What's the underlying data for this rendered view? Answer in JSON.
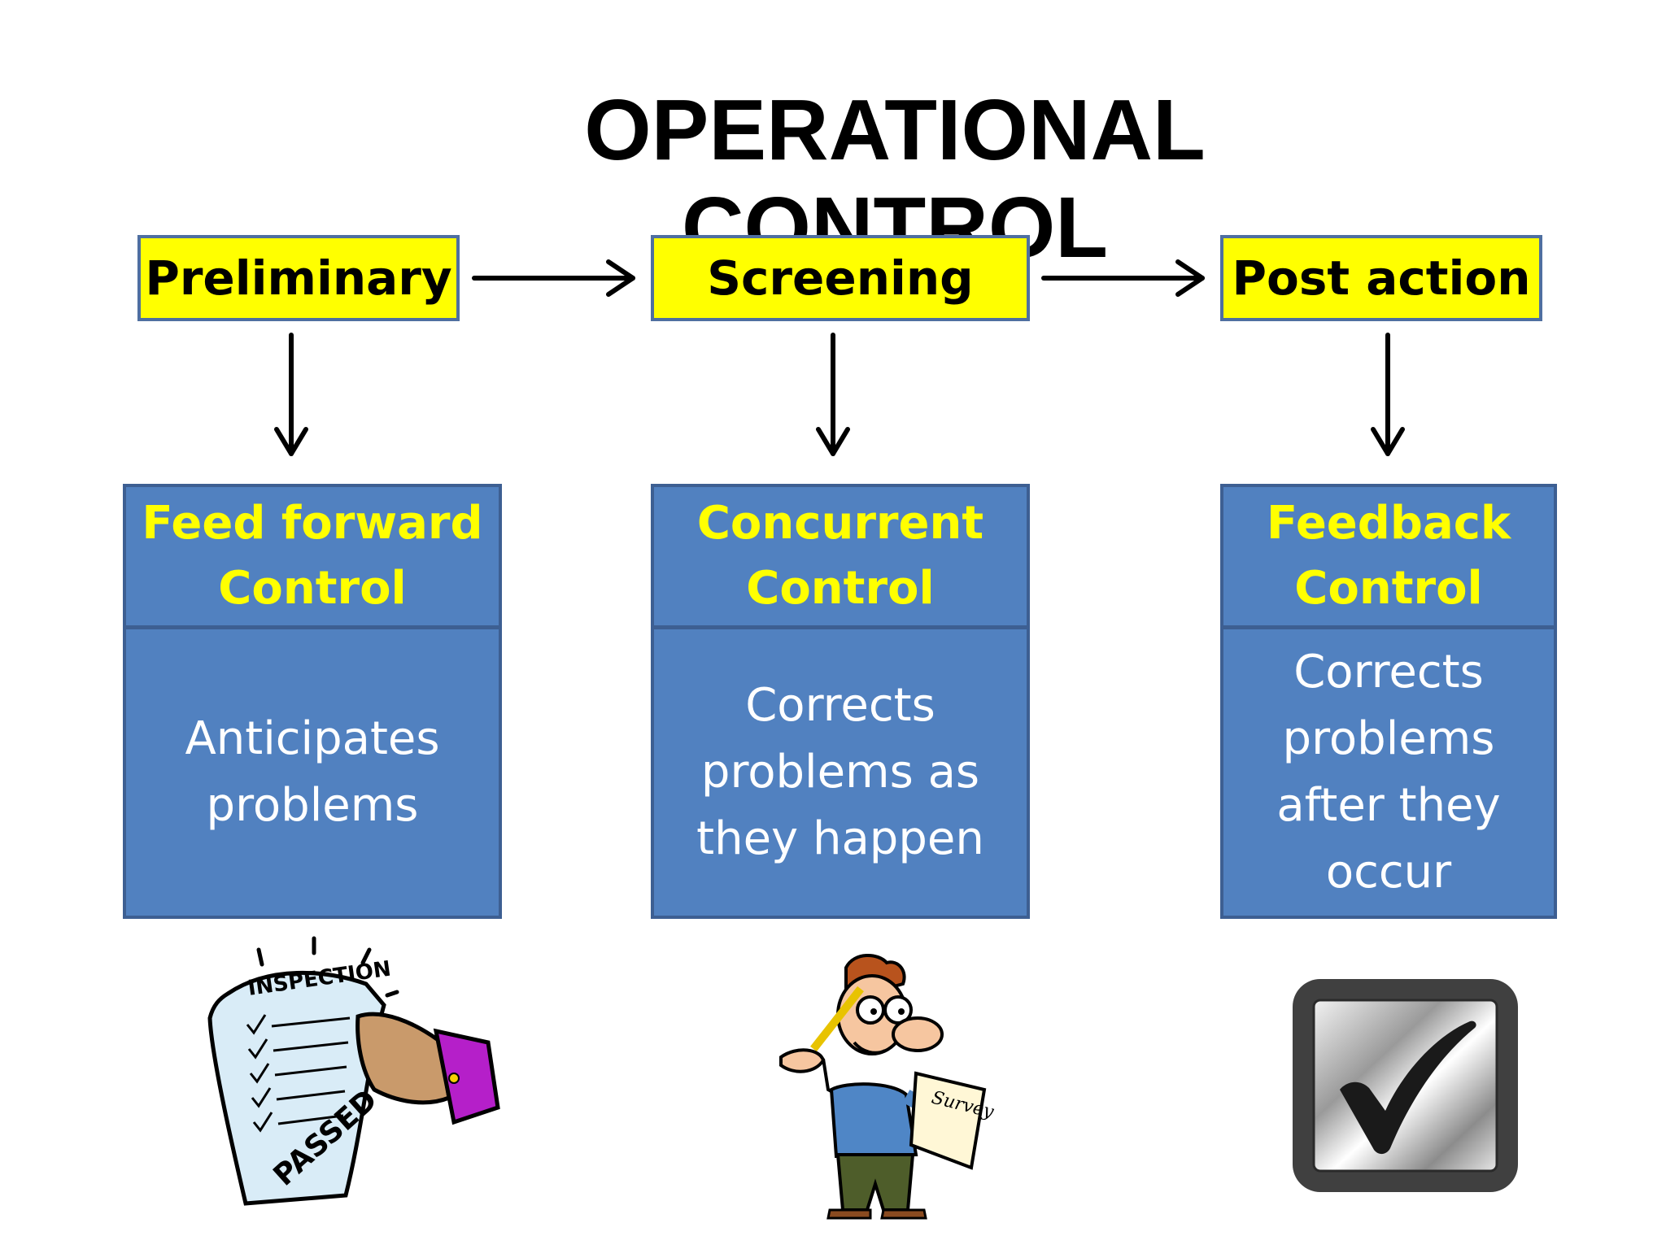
{
  "title": "OPERATIONAL CONTROL",
  "stages": [
    {
      "label": "Preliminary"
    },
    {
      "label": "Screening"
    },
    {
      "label": "Post action"
    }
  ],
  "controls": [
    {
      "heading": "Feed forward\nControl",
      "description": "Anticipates\nproblems"
    },
    {
      "heading": "Concurrent\nControl",
      "description": "Corrects\nproblems as\nthey happen"
    },
    {
      "heading": "Feedback\nControl",
      "description": "Corrects\nproblems\nafter they\noccur"
    }
  ],
  "illustrations": {
    "inspection_sheet": {
      "header_text": "INSPECTION",
      "stamp_text": "PASSED"
    },
    "thinking_man": {
      "paper_text": "Survey"
    },
    "checkbox": {
      "icon": "checkmark-icon"
    }
  },
  "colors": {
    "stage_fill": "#ffff00",
    "control_fill": "#5181c0",
    "control_heading": "#ffff00",
    "control_text": "#ffffff"
  }
}
